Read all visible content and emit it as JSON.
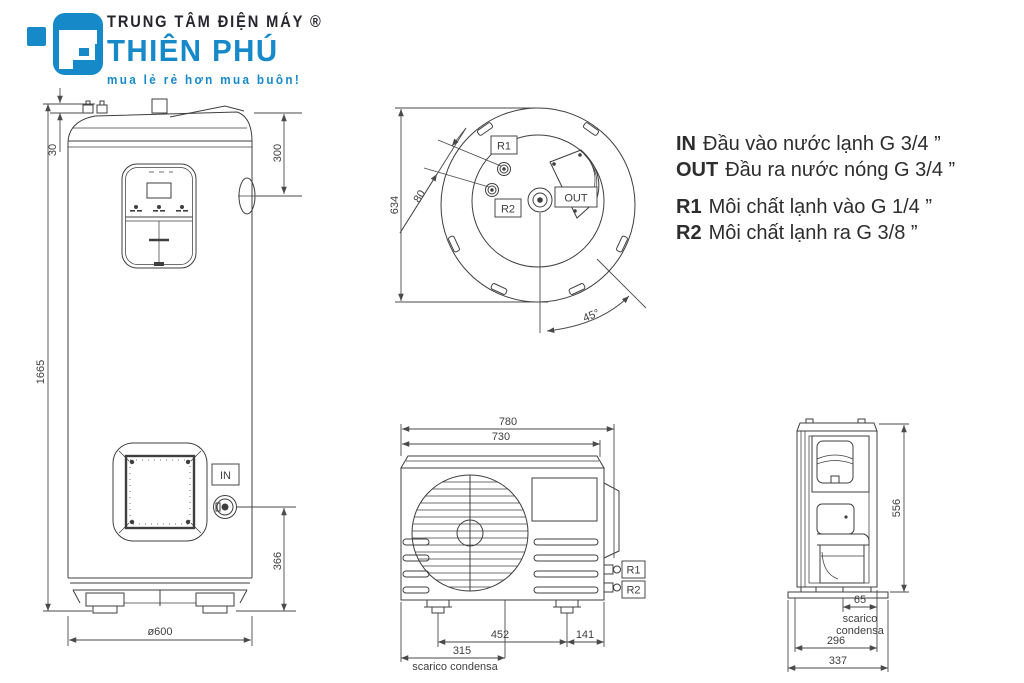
{
  "logo": {
    "brand_top": "TRUNG TÂM ĐIỆN MÁY ®",
    "brand_name": "THIÊN PHÚ",
    "tagline": "mua lẻ rẻ hơn mua buôn!"
  },
  "legend": {
    "lines": [
      {
        "key": "IN",
        "text": "Đầu vào nước lạnh G 3/4 ”"
      },
      {
        "key": "OUT",
        "text": "Đầu ra nước nóng G 3/4 ”"
      },
      {
        "key": "R1",
        "text": "Môi chất lạnh vào G 1/4 ”"
      },
      {
        "key": "R2",
        "text": "Môi chất lạnh ra G 3/8 ”"
      }
    ]
  },
  "colors": {
    "brand_blue": "#1689c9",
    "ink": "#2d2d2d",
    "line": "#3f3f3f"
  },
  "drawings": {
    "tank_front": {
      "total_height": "1665",
      "top_offset": "30",
      "outlet_offset": "300",
      "inlet_height": "366",
      "diameter": "ø600",
      "inlet_label": "IN"
    },
    "tank_top": {
      "depth": "634",
      "port_spacing": "80",
      "angle": "45°",
      "r1": "R1",
      "r2": "R2",
      "out": "OUT"
    },
    "outdoor_front": {
      "width_total": "780",
      "width_body": "730",
      "feet_span": "452",
      "side_offset": "141",
      "drain_offset": "315",
      "drain_label": "scarico condensa",
      "r1": "R1",
      "r2": "R2"
    },
    "outdoor_side": {
      "height": "556",
      "drain_offset": "65",
      "drain_label_1": "scarico",
      "drain_label_2": "condensa",
      "depth_feet": "296",
      "depth_total": "337"
    }
  }
}
